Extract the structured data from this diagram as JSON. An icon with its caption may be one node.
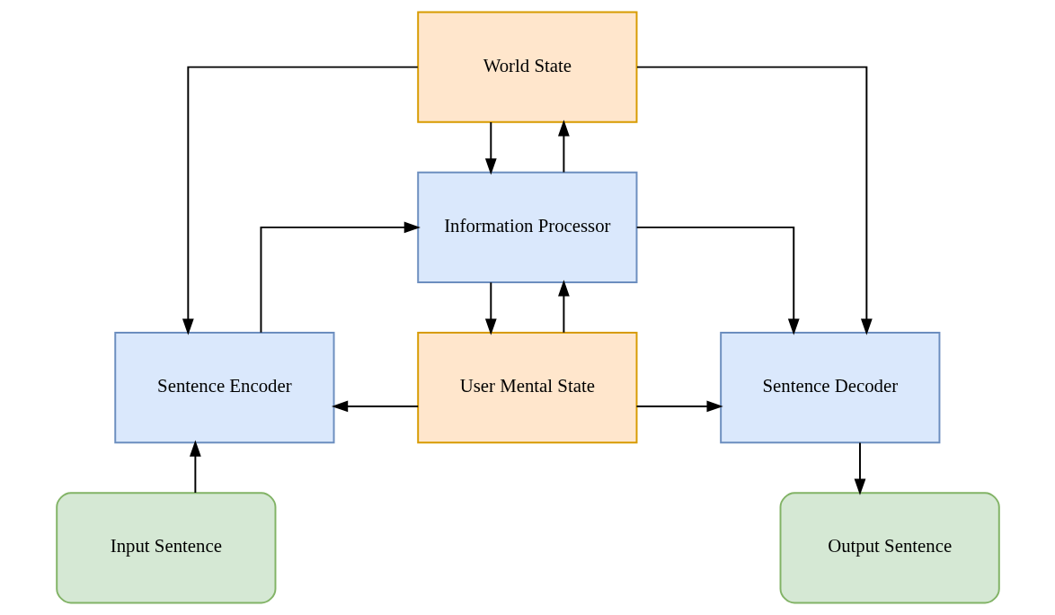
{
  "diagram": {
    "nodes": [
      {
        "text": [
          "World State"
        ]
      },
      {
        "text": [
          "Information Processor"
        ]
      },
      {
        "text": [
          "Sentence Encoder"
        ]
      },
      {
        "text": [
          "User Mental State"
        ]
      },
      {
        "text": [
          "Sentence Decoder"
        ]
      },
      {
        "text": [
          "Input Sentence"
        ]
      },
      {
        "text": [
          "Output Sentence"
        ]
      }
    ],
    "edges": [
      {
        "from": 0,
        "to": 2,
        "arrow": "to"
      },
      {
        "from": 0,
        "to": 4,
        "arrow": "to"
      },
      {
        "from": 1,
        "to": 0,
        "arrow": "to"
      },
      {
        "from": 0,
        "to": 1,
        "arrow": "to"
      },
      {
        "from": 2,
        "to": 1,
        "arrow": "to"
      },
      {
        "from": 1,
        "to": 4,
        "arrow": "to"
      },
      {
        "from": 1,
        "to": 3,
        "arrow": "to"
      },
      {
        "from": 3,
        "to": 1,
        "arrow": "to"
      },
      {
        "from": 3,
        "to": 2,
        "arrow": "to"
      },
      {
        "from": 3,
        "to": 4,
        "arrow": "to"
      },
      {
        "from": 5,
        "to": 2,
        "arrow": "to"
      },
      {
        "from": 4,
        "to": 6,
        "arrow": "to"
      }
    ]
  }
}
